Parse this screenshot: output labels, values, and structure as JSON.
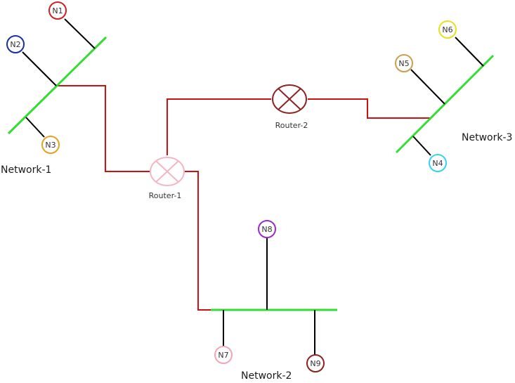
{
  "colors": {
    "background": "#ffffff",
    "bus": "#33dd33",
    "link": "#cc1111",
    "stub": "#000000"
  },
  "networks": {
    "n1": "Network-1",
    "n2": "Network-2",
    "n3": "Network-3"
  },
  "routers": {
    "r1": {
      "label": "Router-1",
      "color": "#f4b6c2",
      "icon": "router-icon"
    },
    "r2": {
      "label": "Router-2",
      "color": "#8b2323",
      "icon": "router-icon"
    }
  },
  "nodes": {
    "N1": {
      "label": "N1",
      "color": "#cc2222"
    },
    "N2": {
      "label": "N2",
      "color": "#1a2fa0"
    },
    "N3": {
      "label": "N3",
      "color": "#e8a020"
    },
    "N4": {
      "label": "N4",
      "color": "#33d6e6"
    },
    "N5": {
      "label": "N5",
      "color": "#c8a050"
    },
    "N6": {
      "label": "N6",
      "color": "#e6e020"
    },
    "N7": {
      "label": "N7",
      "color": "#f2a6b8"
    },
    "N8": {
      "label": "N8",
      "color": "#9a2bc6"
    },
    "N9": {
      "label": "N9",
      "color": "#8b2323"
    }
  }
}
